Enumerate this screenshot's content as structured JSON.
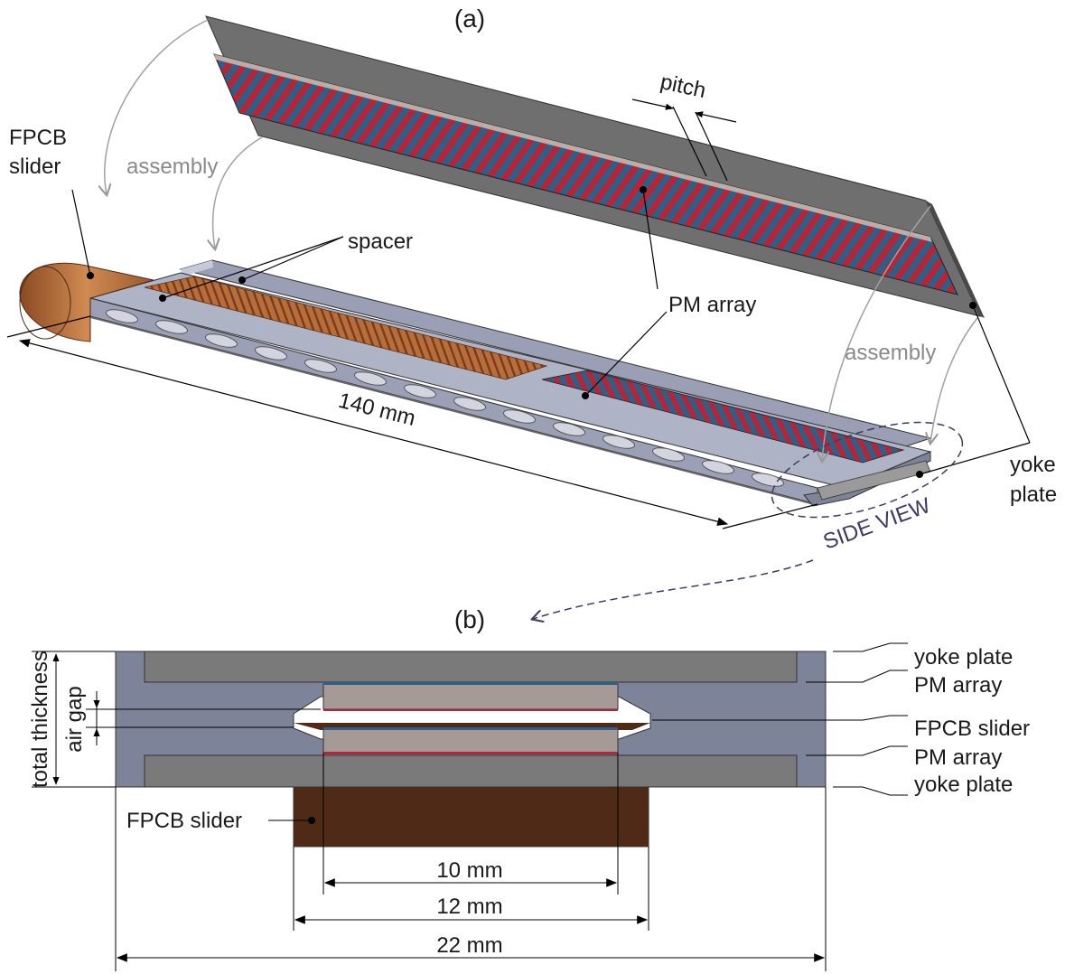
{
  "panels": {
    "a": "(a)",
    "b": "(b)"
  },
  "labels_a": {
    "fpcb_slider_line1": "FPCB",
    "fpcb_slider_line2": "slider",
    "assembly_left": "assembly",
    "assembly_right": "assembly",
    "pitch": "pitch",
    "spacer": "spacer",
    "pm_array": "PM array",
    "length": "140 mm",
    "yoke_plate_line1": "yoke",
    "yoke_plate_line2": "plate",
    "side_view": "SIDE VIEW"
  },
  "labels_b": {
    "total_thickness": "total thickness",
    "air_gap": "air gap",
    "yoke_plate_top": "yoke plate",
    "pm_array_top": "PM array",
    "fpcb_slider_mid": "FPCB slider",
    "pm_array_bottom": "PM array",
    "yoke_plate_bottom": "yoke plate",
    "fpcb_slider_left": "FPCB slider",
    "dim_10": "10 mm",
    "dim_12": "12 mm",
    "dim_22": "22 mm"
  },
  "colors": {
    "yoke": "#7b7b7b",
    "frame": "#7d8399",
    "frame_light": "#b7bbcb",
    "pm_top": "#a59a95",
    "copper": "#4f2b17",
    "copper_light": "#c07b43",
    "magnet_red": "#b3263a",
    "magnet_blue": "#2f5f86",
    "side_view": "#3d3a63"
  }
}
